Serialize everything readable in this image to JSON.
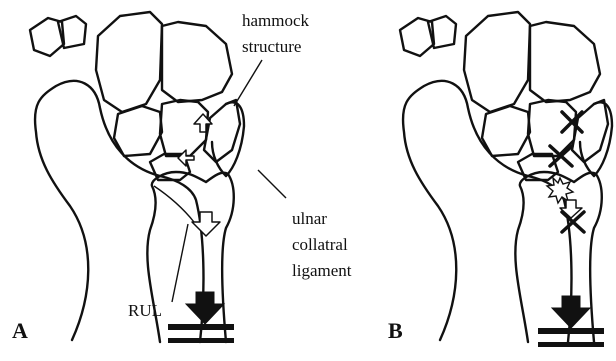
{
  "labels": {
    "hammock_line1": "hammock",
    "hammock_line2": "structure",
    "ulnar_line1": "ulnar",
    "ulnar_line2": "collatral",
    "ulnar_line3": "ligament",
    "rul": "RUL",
    "panel_a": "A",
    "panel_b": "B"
  }
}
